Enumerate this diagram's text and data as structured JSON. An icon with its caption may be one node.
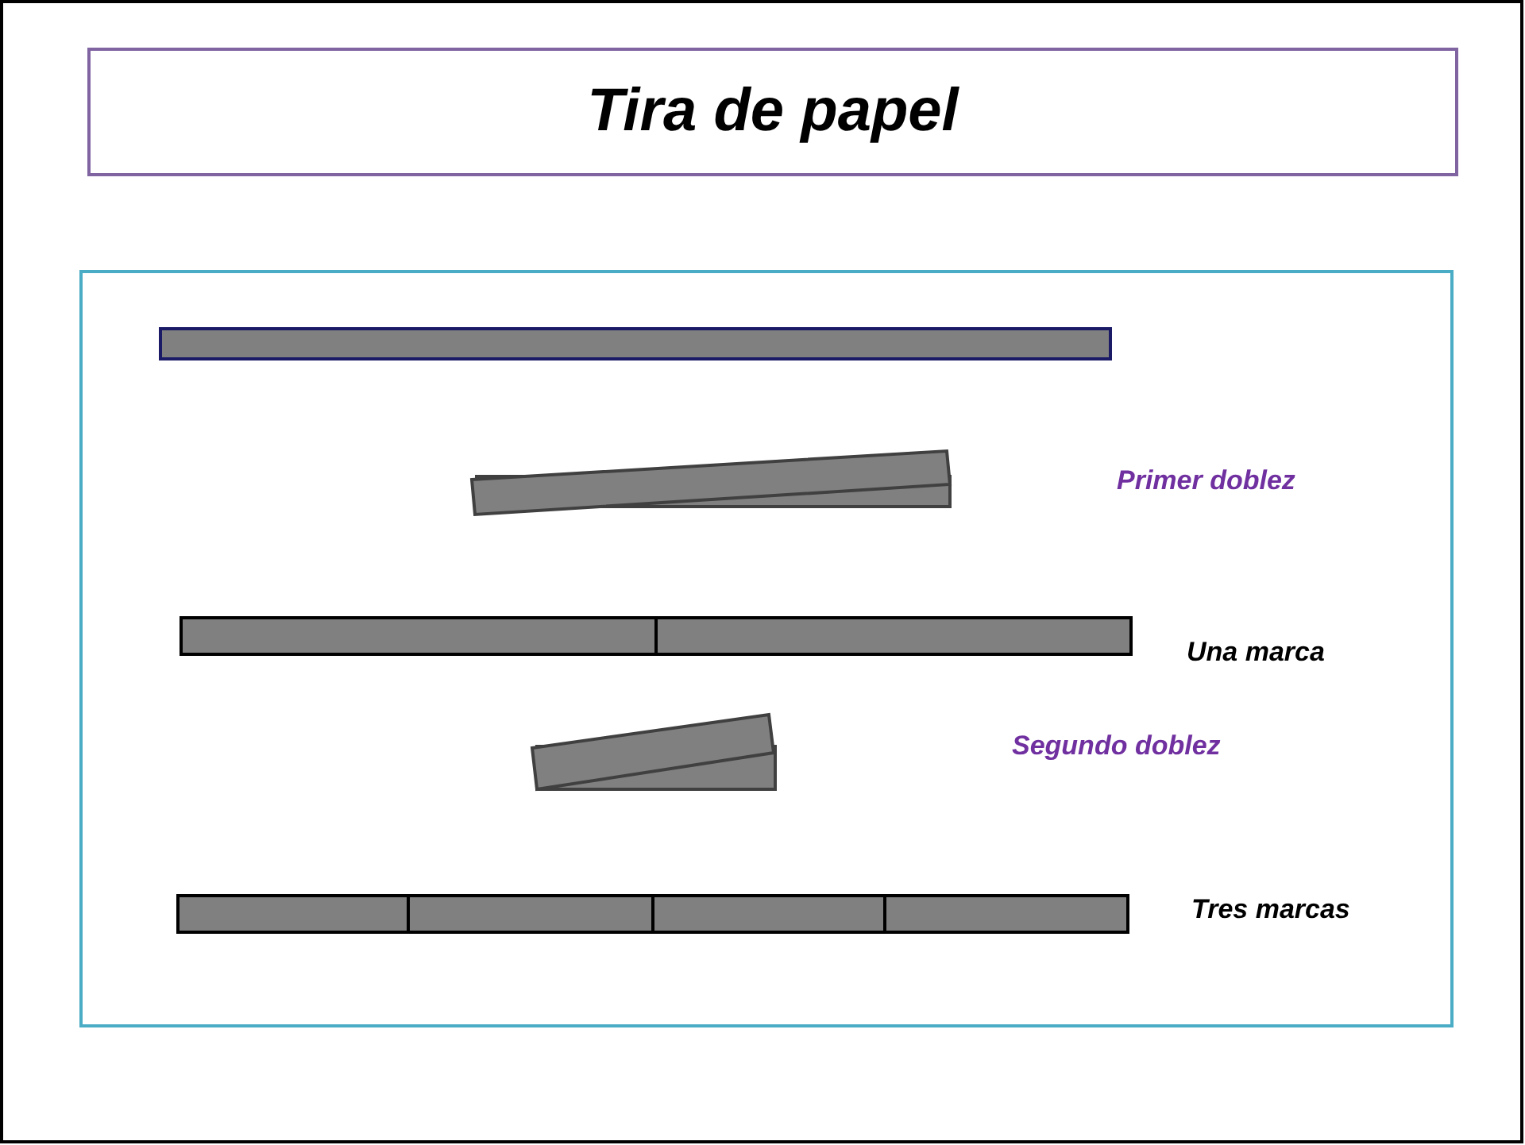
{
  "diagram": {
    "title": "Tira de papel",
    "labels": [
      "Primer doblez",
      "Una marca",
      "Segundo doblez",
      "Tres marcas"
    ]
  }
}
